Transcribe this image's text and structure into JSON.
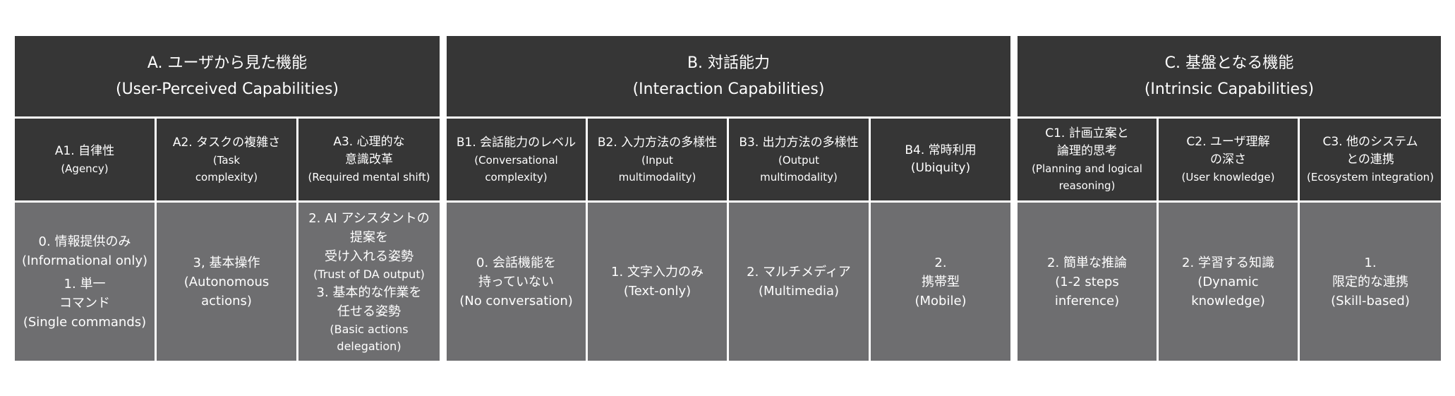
{
  "groups": [
    {
      "title": "A. ユーザから見た機能",
      "subtitle": "(User-Perceived Capabilities)"
    },
    {
      "title": "B. 対話能力",
      "subtitle": "(Interaction Capabilities)"
    },
    {
      "title": "C. 基盤となる機能",
      "subtitle": "(Intrinsic Capabilities)"
    }
  ],
  "headers": [
    {
      "label": "A1. 自律性",
      "sub": [
        "(Agency)"
      ]
    },
    {
      "label": "A2. タスクの複雑さ",
      "sub": [
        "(Task",
        "complexity)"
      ]
    },
    {
      "label": "A3. 心理的な",
      "label2": "意識改革",
      "sub": [
        "(Required mental shift)"
      ]
    },
    {
      "label": "B1. 会話能力のレベル",
      "sub": [
        "(Conversational",
        "complexity)"
      ]
    },
    {
      "label": "B2. 入力方法の多様性",
      "sub": [
        "(Input",
        "multimodality)"
      ]
    },
    {
      "label": "B3. 出力方法の多様性",
      "sub": [
        "(Output",
        "multimodality)"
      ]
    },
    {
      "label": "B4. 常時利用",
      "sub": [
        "(Ubiquity)"
      ]
    },
    {
      "label": "C1. 計画立案と",
      "label2": "論理的思考",
      "sub": [
        "(Planning and logical",
        "reasoning)"
      ]
    },
    {
      "label": "C2. ユーザ理解",
      "label2": "の深さ",
      "sub": [
        "(User knowledge)"
      ]
    },
    {
      "label": "C3. 他のシステム",
      "label2": "との連携",
      "sub": [
        "(Ecosystem integration)"
      ]
    }
  ],
  "values": [
    {
      "l1": "0. 情報提供のみ",
      "l2": "(Informational only)",
      "l3": "1. 単一",
      "l4": "コマンド",
      "l5": "(Single commands)"
    },
    {
      "l1": "3, 基本操作",
      "l2": "(Autonomous",
      "l3": "actions)"
    },
    {
      "l1": "2. AI アシスタントの",
      "l2": "提案を",
      "l3": "受け入れる姿勢",
      "l4": "(Trust of DA output)",
      "l5": "3. 基本的な作業を",
      "l6": "任せる姿勢",
      "l7": "(Basic actions",
      "l8": "delegation)"
    },
    {
      "l1": "0. 会話機能を",
      "l2": "持っていない",
      "l3": "(No conversation)"
    },
    {
      "l1": "1. 文字入力のみ",
      "l2": "(Text-only)"
    },
    {
      "l1": "2. マルチメディア",
      "l2": "(Multimedia)"
    },
    {
      "l1": "2.",
      "l2": "携帯型",
      "l3": "(Mobile)"
    },
    {
      "l1": "2. 簡単な推論",
      "l2": "(1-2 steps",
      "l3": "inference)"
    },
    {
      "l1": "2. 学習する知識",
      "l2": "(Dynamic",
      "l3": "knowledge)"
    },
    {
      "l1": "1.",
      "l2": "限定的な連携",
      "l3": "(Skill-based)"
    }
  ]
}
